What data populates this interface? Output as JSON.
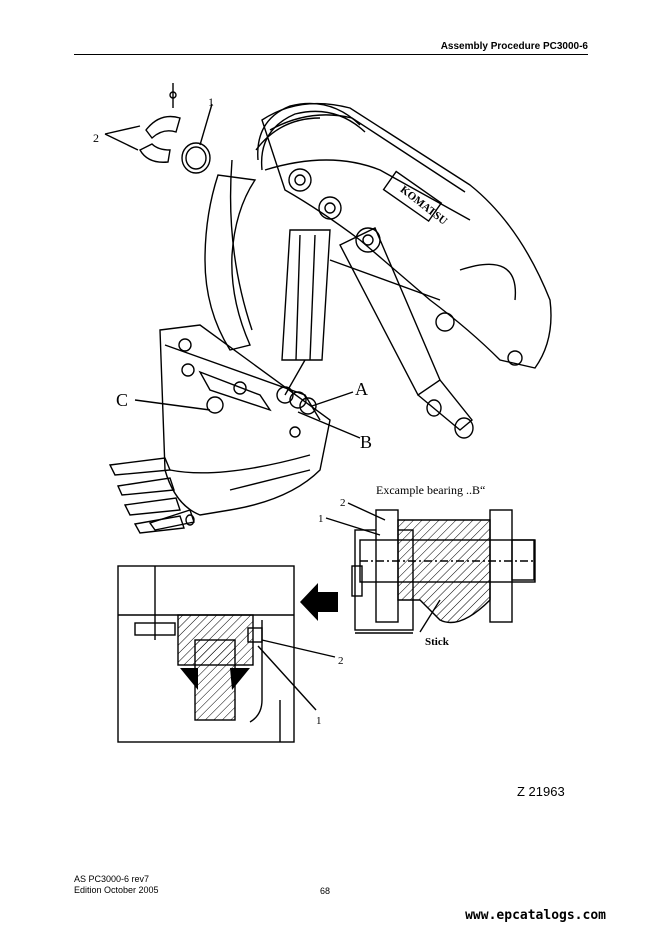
{
  "header": {
    "title": "Assembly Procedure PC3000-6"
  },
  "figure": {
    "callouts": {
      "top_1": "1",
      "top_2": "2",
      "A": "A",
      "B": "B",
      "C": "C",
      "detail_2": "2",
      "detail_1": "1",
      "bearing_2": "2",
      "bearing_1": "1"
    },
    "bearing_title": "Excample bearing ..B“",
    "stick_label": "Stick",
    "brand_mark": "KOMATSU",
    "reference": "Z 21963"
  },
  "footer": {
    "doc": "AS PC3000-6 rev7",
    "edition": "Edition October 2005",
    "page": "68"
  },
  "watermark": "www.epcatalogs.com"
}
